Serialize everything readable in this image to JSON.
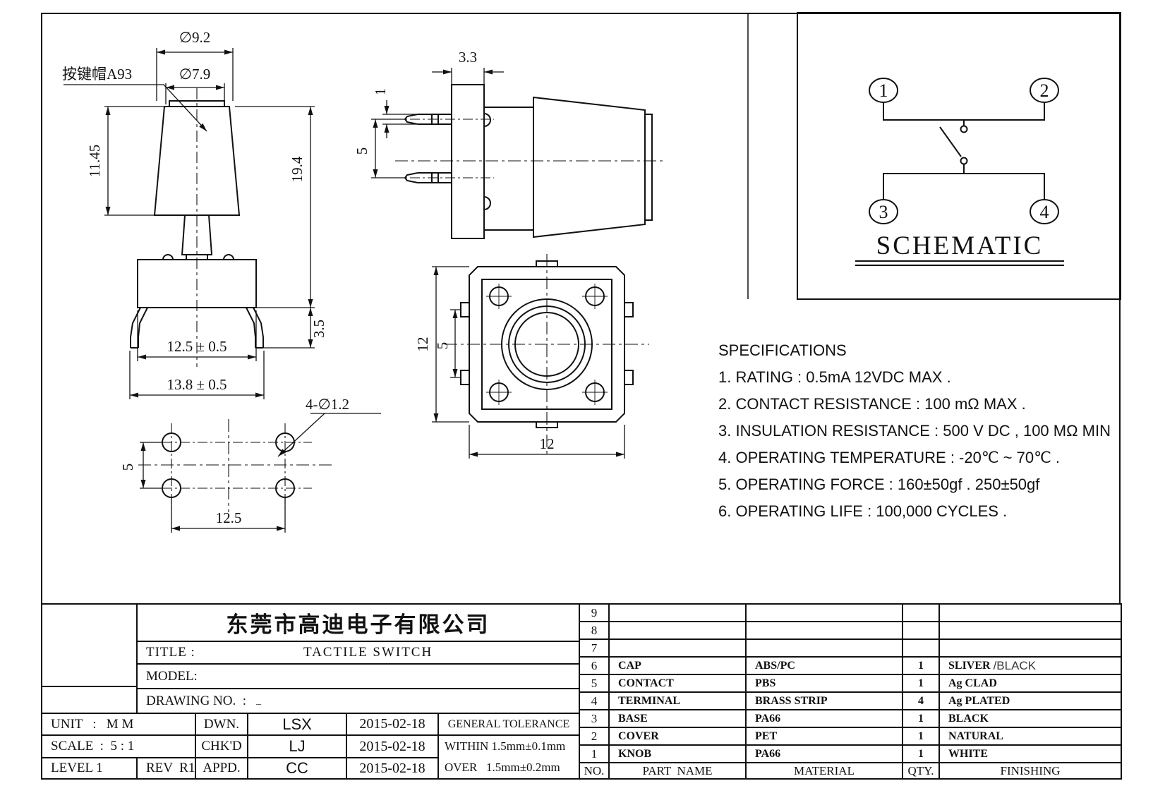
{
  "front_view": {
    "cap_label": "按键帽A93",
    "dia_outer": "∅9.2",
    "dia_inner": "∅7.9",
    "cap_height": "11.45",
    "total_height": "19.4",
    "pin_depth": "3.5",
    "body_width": "12.5 ± 0.5",
    "overall_width": "13.8 ± 0.5"
  },
  "side_view": {
    "base_thickness": "3.3",
    "pin_width": "1",
    "pin_pitch": "5"
  },
  "top_view": {
    "height": "12",
    "tab_pitch": "5",
    "width": "12"
  },
  "pcb_view": {
    "hole_callout": "4-∅1.2",
    "row_pitch": "5",
    "col_pitch": "12.5"
  },
  "schematic": {
    "title": "SCHEMATIC",
    "pin1": "1",
    "pin2": "2",
    "pin3": "3",
    "pin4": "4"
  },
  "specifications": {
    "title": "SPECIFICATIONS",
    "items": [
      "1. RATING : 0.5mA 12VDC MAX .",
      "2. CONTACT RESISTANCE : 100 mΩ MAX .",
      "3. INSULATION RESISTANCE : 500 V DC , 100 MΩ MIN",
      "4. OPERATING TEMPERATURE : -20℃ ~ 70℃ .",
      "5. OPERATING FORCE : 160±50gf . 250±50gf",
      "6. OPERATING LIFE : 100,000 CYCLES ."
    ]
  },
  "title_block": {
    "company": "东莞市高迪电子有限公司",
    "title_label": "TITLE :",
    "title_value": "TACTILE SWITCH",
    "model_label": "MODEL:",
    "drawing_no_label": "DRAWING NO.  :",
    "drawing_no_value": "_",
    "unit": "UNIT   :   M M",
    "scale": "SCALE  :  5 : 1",
    "level": "LEVEL 1",
    "rev": "REV  R1",
    "dwn_label": "DWN.",
    "chkd_label": "CHK'D",
    "appd_label": "APPD.",
    "dwn_name": "LSX",
    "chkd_name": "LJ",
    "appd_name": "CC",
    "dwn_date": "2015-02-18",
    "chkd_date": "2015-02-18",
    "appd_date": "2015-02-18",
    "tolerance_title": "GENERAL TOLERANCE",
    "tolerance_within": "WITHIN 1.5mm±0.1mm",
    "tolerance_over": "OVER   1.5mm±0.2mm"
  },
  "parts_table": {
    "headers": {
      "no": "NO.",
      "part": "PART  NAME",
      "material": "MATERIAL",
      "qty": "QTY.",
      "finishing": "FINISHING"
    },
    "rows": [
      {
        "no": "9",
        "part": "",
        "material": "",
        "qty": "",
        "finishing": "",
        "finishing2": ""
      },
      {
        "no": "8",
        "part": "",
        "material": "",
        "qty": "",
        "finishing": "",
        "finishing2": ""
      },
      {
        "no": "7",
        "part": "",
        "material": "",
        "qty": "",
        "finishing": "",
        "finishing2": ""
      },
      {
        "no": "6",
        "part": "CAP",
        "material": "ABS/PC",
        "qty": "1",
        "finishing": "SLIVER ",
        "finishing2": "/BLACK"
      },
      {
        "no": "5",
        "part": "CONTACT",
        "material": "PBS",
        "qty": "1",
        "finishing": "Ag CLAD",
        "finishing2": ""
      },
      {
        "no": "4",
        "part": "TERMINAL",
        "material": "BRASS STRIP",
        "qty": "4",
        "finishing": "Ag PLATED",
        "finishing2": ""
      },
      {
        "no": "3",
        "part": "BASE",
        "material": "PA66",
        "qty": "1",
        "finishing": "BLACK",
        "finishing2": ""
      },
      {
        "no": "2",
        "part": "COVER",
        "material": "PET",
        "qty": "1",
        "finishing": "NATURAL",
        "finishing2": ""
      },
      {
        "no": "1",
        "part": "KNOB",
        "material": "PA66",
        "qty": "1",
        "finishing": "WHITE",
        "finishing2": ""
      }
    ]
  },
  "logo": {
    "color": "#e60012"
  }
}
